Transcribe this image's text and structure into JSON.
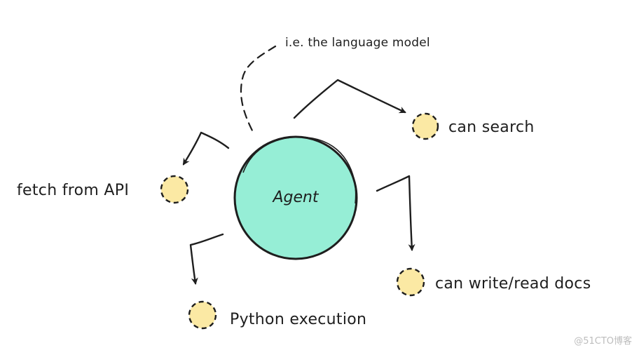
{
  "annotation": {
    "text": "i.e. the language model"
  },
  "agent": {
    "label": "Agent",
    "fill": "#96eed6",
    "stroke": "#1e1e1e"
  },
  "tool_style": {
    "fill": "#fbe9a4",
    "stroke": "#1e1e1e"
  },
  "tools": [
    {
      "id": "search",
      "label": "can search"
    },
    {
      "id": "api",
      "label": "fetch from API"
    },
    {
      "id": "docs",
      "label": "can write/read docs"
    },
    {
      "id": "python",
      "label": "Python execution"
    }
  ],
  "watermark": "@51CTO博客"
}
